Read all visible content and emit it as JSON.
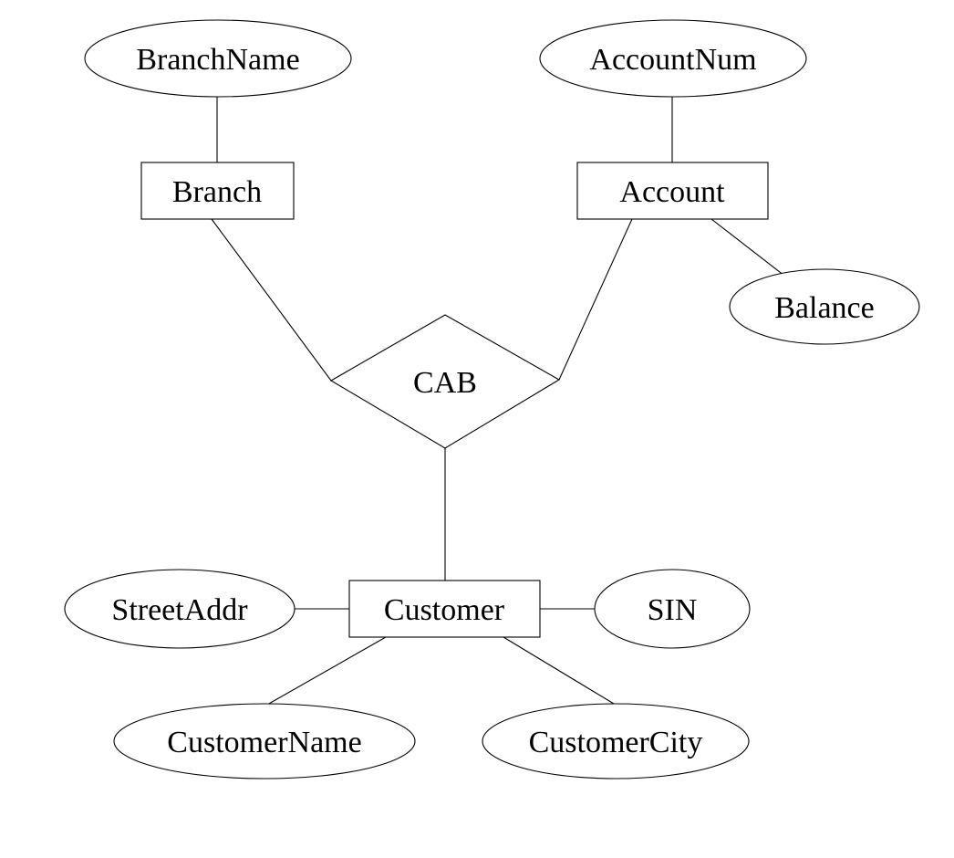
{
  "diagram": {
    "kind": "entity-relationship-diagram",
    "colors": {
      "background": "#ffffff",
      "stroke": "#000000",
      "shape_fill": "#ffffff",
      "text": "#000000"
    },
    "entities": {
      "branch": "Branch",
      "account": "Account",
      "customer": "Customer"
    },
    "relationships": {
      "cab": "CAB"
    },
    "attributes": {
      "branch_name": "BranchName",
      "account_num": "AccountNum",
      "balance": "Balance",
      "street_addr": "StreetAddr",
      "sin": "SIN",
      "customer_name": "CustomerName",
      "customer_city": "CustomerCity"
    },
    "connections": [
      {
        "from": "BranchName",
        "to": "Branch"
      },
      {
        "from": "Branch",
        "to": "CAB"
      },
      {
        "from": "AccountNum",
        "to": "Account"
      },
      {
        "from": "Account",
        "to": "CAB"
      },
      {
        "from": "Account",
        "to": "Balance"
      },
      {
        "from": "CAB",
        "to": "Customer"
      },
      {
        "from": "StreetAddr",
        "to": "Customer"
      },
      {
        "from": "Customer",
        "to": "SIN"
      },
      {
        "from": "Customer",
        "to": "CustomerName"
      },
      {
        "from": "Customer",
        "to": "CustomerCity"
      }
    ]
  }
}
